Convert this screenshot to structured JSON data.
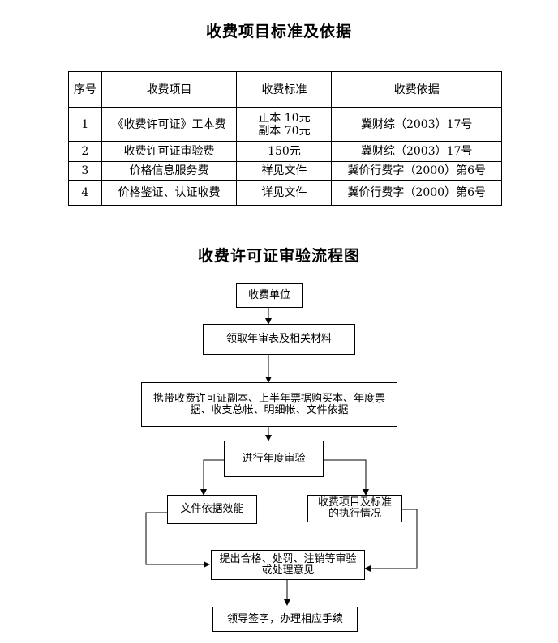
{
  "title_table": "收费项目标准及依据",
  "table": {
    "headers": [
      "序号",
      "收费项目",
      "收费标准",
      "收费依据"
    ],
    "rows": [
      {
        "no": "1",
        "item": "《收费许可证》工本费",
        "standard_line1": "正本 10元",
        "standard_line2": "副本 70元",
        "basis": "冀财综（2003）17号"
      },
      {
        "no": "2",
        "item": "收费许可证审验费",
        "standard_line1": "150元",
        "standard_line2": "",
        "basis": "冀财综（2003）17号"
      },
      {
        "no": "3",
        "item": "价格信息服务费",
        "standard_line1": "祥见文件",
        "standard_line2": "",
        "basis": "冀价行费字（2000）第6号"
      },
      {
        "no": "4",
        "item": "价格鉴证、认证收费",
        "standard_line1": "详见文件",
        "standard_line2": "",
        "basis": "冀价行费字（2000）第6号"
      }
    ]
  },
  "title_flow": "收费许可证审验流程图",
  "flow": {
    "n1": "收费单位",
    "n2": "领取年审表及相关材料",
    "n3": "携带收费许可证副本、上半年票据购买本、年度票据、收支总帐、明细帐、文件依据",
    "n4": "进行年度审验",
    "n5": "文件依据效能",
    "n6": "收费项目及标准的执行情况",
    "n7": "提出合格、处罚、注销等审验或处理意见",
    "n8": "领导签字，办理相应手续"
  }
}
